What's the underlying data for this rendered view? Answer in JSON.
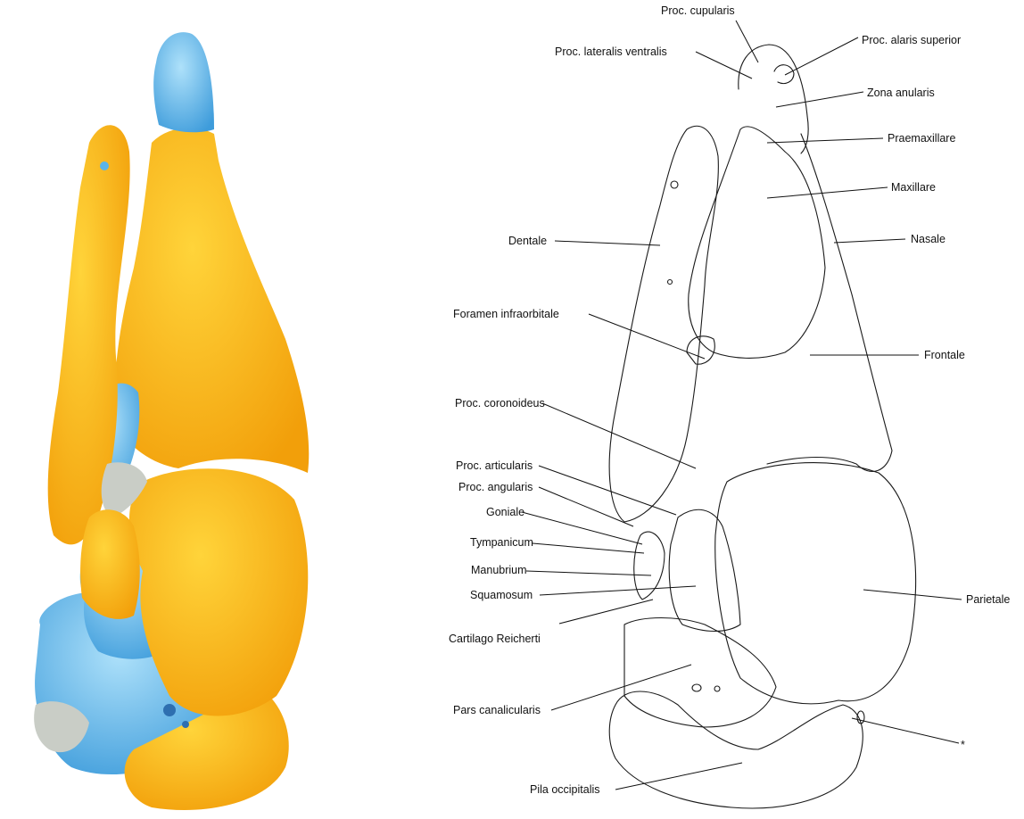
{
  "colors": {
    "bone_yellow": "#F9B514",
    "bone_yellow_light": "#FFD43A",
    "cartilage_blue": "#5AB4E8",
    "cartilage_blue_light": "#AEE1FA",
    "grey_tissue": "#C9CDC6",
    "line": "#111111"
  },
  "labels": {
    "proc_cupularis": "Proc. cupularis",
    "proc_lateralis_ventralis": "Proc. lateralis ventralis",
    "proc_alaris_superior": "Proc. alaris superior",
    "zona_anularis": "Zona anularis",
    "praemaxillare": "Praemaxillare",
    "maxillare": "Maxillare",
    "dentale": "Dentale",
    "nasale": "Nasale",
    "foramen_infraorbitale": "Foramen infraorbitale",
    "frontale": "Frontale",
    "proc_coronoideus": "Proc. coronoideus",
    "proc_articularis": "Proc. articularis",
    "proc_angularis": "Proc. angularis",
    "goniale": "Goniale",
    "tympanicum": "Tympanicum",
    "manubrium": "Manubrium",
    "squamosum": "Squamosum",
    "parietale": "Parietale",
    "cartilago_reicherti": "Cartilago Reicherti",
    "pars_canalicularis": "Pars canalicularis",
    "asterisk": "*",
    "pila_occipitalis": "Pila occipitalis"
  }
}
